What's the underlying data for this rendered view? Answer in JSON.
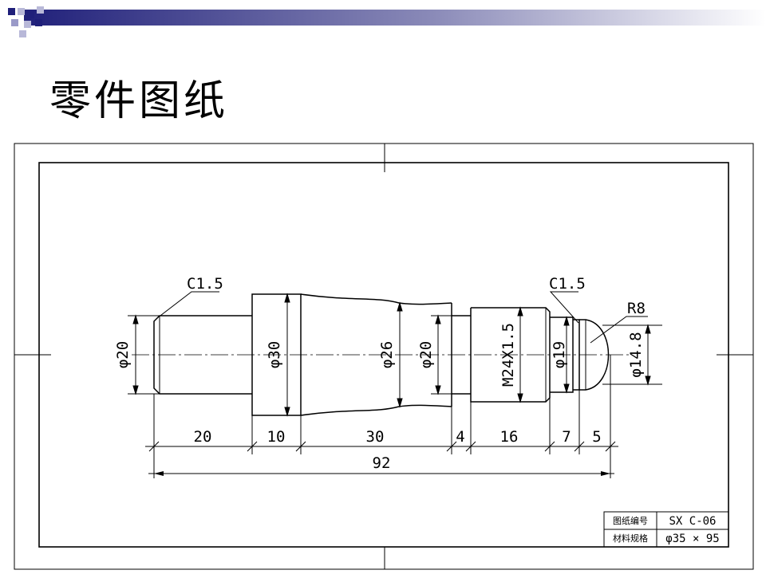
{
  "slide": {
    "title": "零件图纸",
    "accent_color": "#1f1f7a"
  },
  "drawing": {
    "chamfer_left": "C1.5",
    "chamfer_right": "C1.5",
    "radius": "R8",
    "diameters": {
      "d_left": "φ20",
      "d_collar": "φ30",
      "d_neck": "φ26",
      "d_groove": "φ20",
      "thread": "M24X1.5",
      "d_tip": "φ19",
      "d_sphere": "φ14.8"
    },
    "lengths": {
      "l1": "20",
      "l2": "10",
      "l3": "30",
      "l4": "4",
      "l5": "16",
      "l6": "7",
      "l7": "5",
      "total": "92"
    }
  },
  "title_block": {
    "drawing_no_label": "图纸编号",
    "drawing_no_value": "SX C-06",
    "material_label": "材料规格",
    "material_value": "φ35 × 95"
  }
}
